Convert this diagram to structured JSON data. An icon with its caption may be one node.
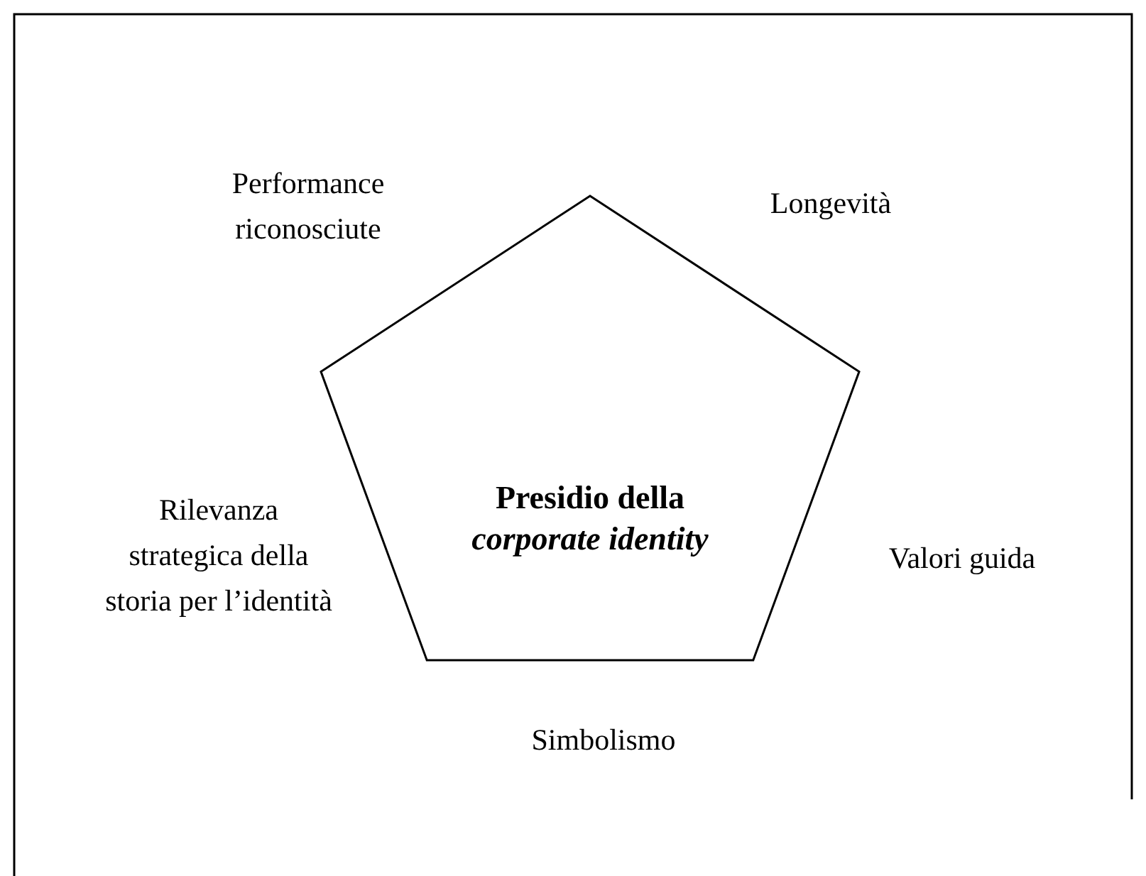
{
  "diagram": {
    "nodes": [
      {
        "text": [
          "Presidio della *corporate identity*"
        ]
      }
    ],
    "labels": [
      "Performance riconosciute",
      "Longevità",
      "Rilevanza strategica della storia per l’identità",
      "Valori guida",
      "Simbolismo"
    ]
  }
}
